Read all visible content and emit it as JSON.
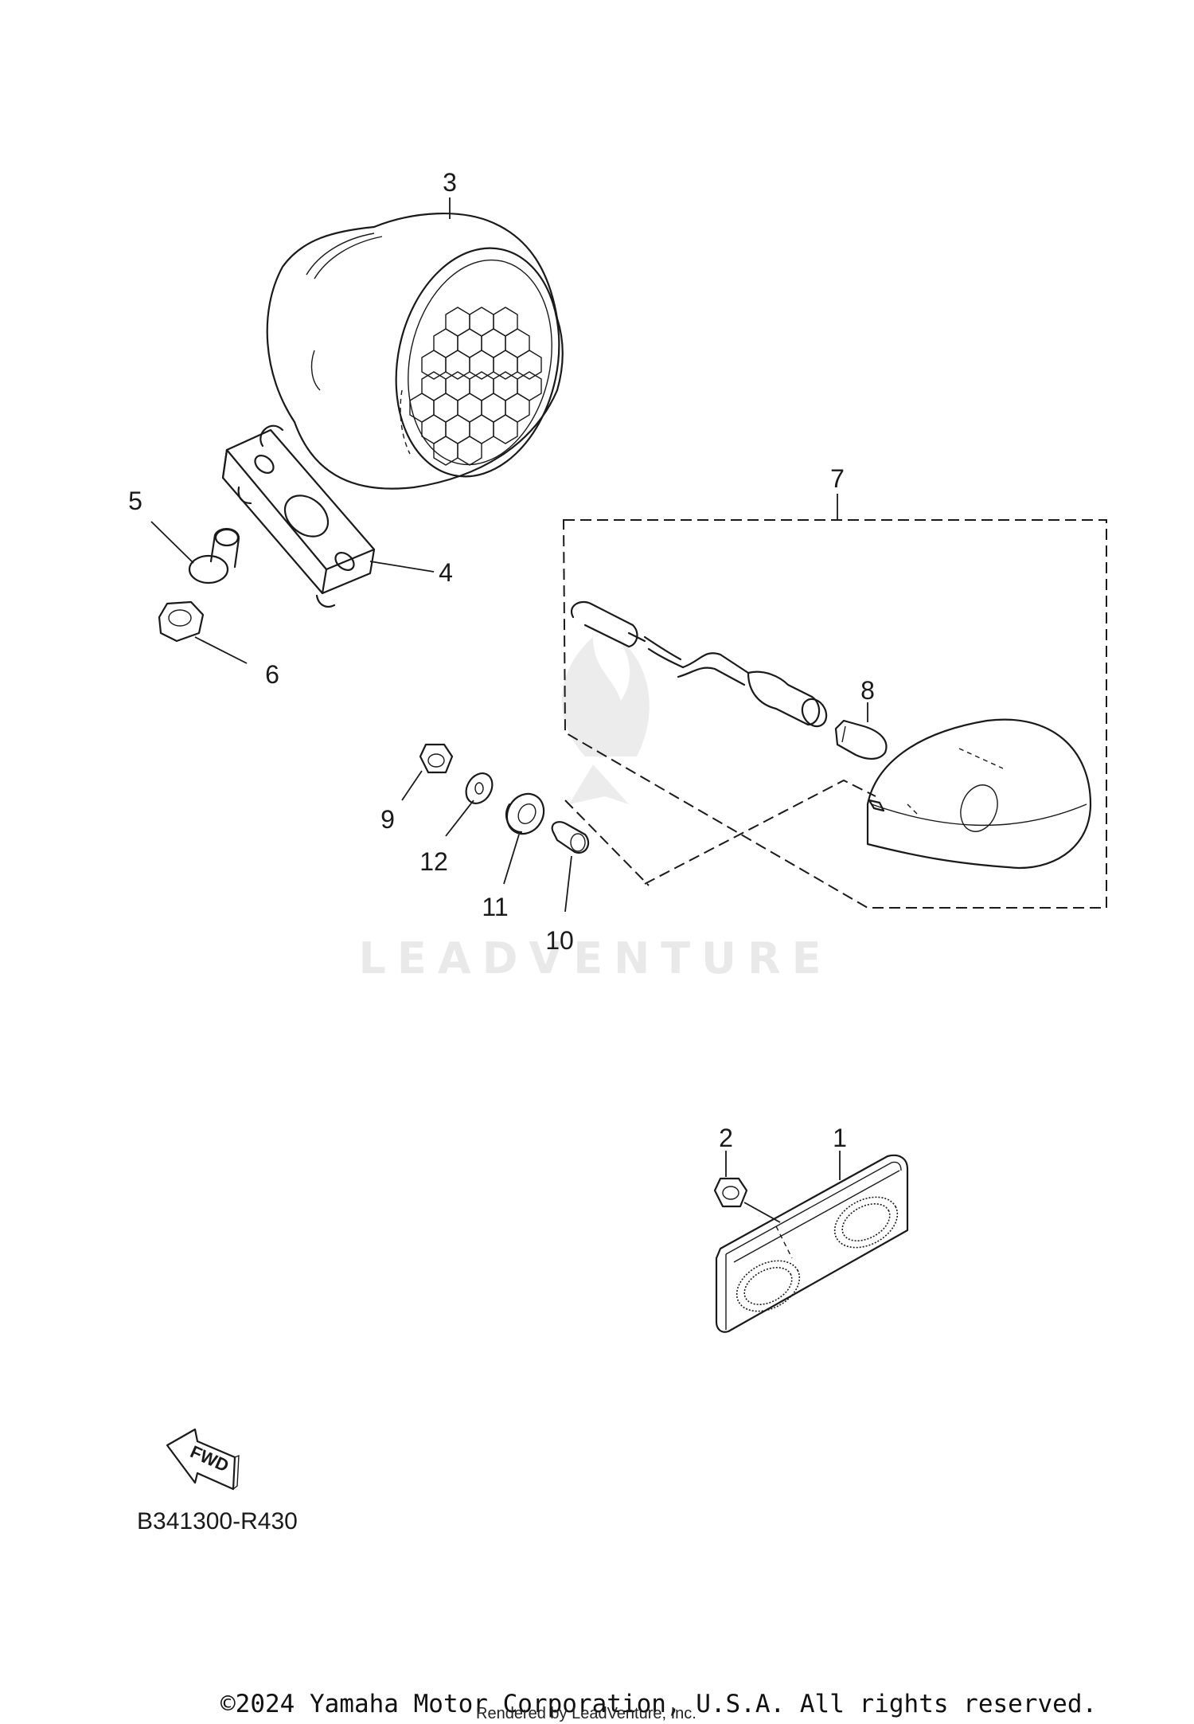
{
  "callouts": [
    "1",
    "2",
    "3",
    "4",
    "5",
    "6",
    "7",
    "8",
    "9",
    "10",
    "11",
    "12"
  ],
  "diagram_code": "B341300-R430",
  "fwd_label": "FWD",
  "watermark": "LEADVENTURE",
  "copyright": "©2024 Yamaha Motor Corporation, U.S.A. All rights reserved.",
  "rendered_by": "Rendered by LeadVenture, Inc."
}
